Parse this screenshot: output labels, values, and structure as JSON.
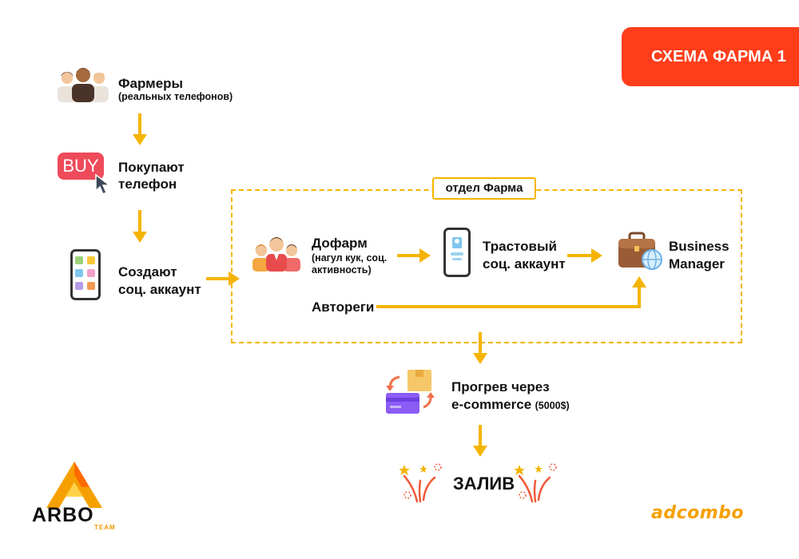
{
  "badge": {
    "text": "СХЕМА ФАРМА 1"
  },
  "steps": {
    "farmers": {
      "title": "Фармеры",
      "subtitle": "(реальных телефонов)"
    },
    "buy": {
      "icon_text": "BUY",
      "line1": "Покупают",
      "line2": "телефон"
    },
    "create": {
      "line1": "Создают",
      "line2": "соц. аккаунт"
    },
    "department": {
      "label": "отдел Фарма"
    },
    "dofarm": {
      "title": "Дофарм",
      "subtitle_line1": "(нагул кук, соц.",
      "subtitle_line2": "активность)"
    },
    "trust": {
      "line1": "Трастовый",
      "line2": "соц. аккаунт"
    },
    "bm": {
      "line1": "Business",
      "line2": "Manager"
    },
    "autoregs": {
      "label": "Автореги"
    },
    "warmup": {
      "line1": "Прогрев через",
      "line2_main": "e-commerce",
      "line2_note": "(5000$)"
    },
    "final": {
      "label": "ЗАЛИВ"
    }
  },
  "logos": {
    "arbo": "ARBO",
    "arbo_team": "TEAM",
    "adcombo": "adcombo"
  },
  "colors": {
    "accent": "#f5b400",
    "badge": "#ff3d1a",
    "buy_bg": "#ee4b5b",
    "card": "#8b5cf6"
  },
  "icons": [
    "people-icon",
    "buy-icon",
    "cursor-icon",
    "phone-apps-icon",
    "team-icon",
    "phone-profile-icon",
    "briefcase-globe-icon",
    "card-exchange-icon",
    "fireworks-icon",
    "arbo-logo-icon"
  ]
}
